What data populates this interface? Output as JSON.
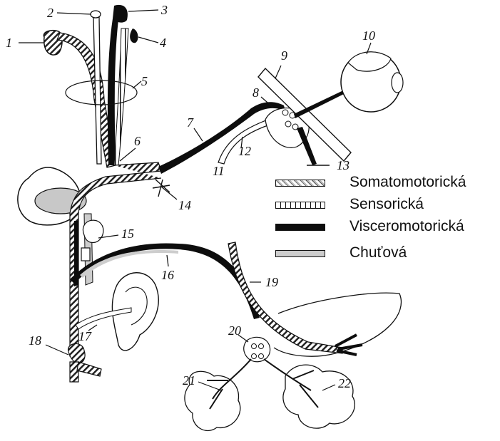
{
  "legend": {
    "items": [
      {
        "label": "Somatomotorická",
        "swatch": "hatched"
      },
      {
        "label": "Sensorická",
        "swatch": "striped"
      },
      {
        "label": "Visceromotorická",
        "swatch": "black"
      },
      {
        "label": "Chuťová",
        "swatch": "gray"
      }
    ]
  },
  "labels": [
    "1",
    "2",
    "3",
    "4",
    "5",
    "6",
    "7",
    "8",
    "9",
    "10",
    "11",
    "12",
    "13",
    "14",
    "15",
    "16",
    "17",
    "18",
    "19",
    "20",
    "21",
    "22"
  ],
  "colors": {
    "ink": "#111111",
    "taste": "#cdcdcd",
    "viscero": "#0d0d0d"
  }
}
